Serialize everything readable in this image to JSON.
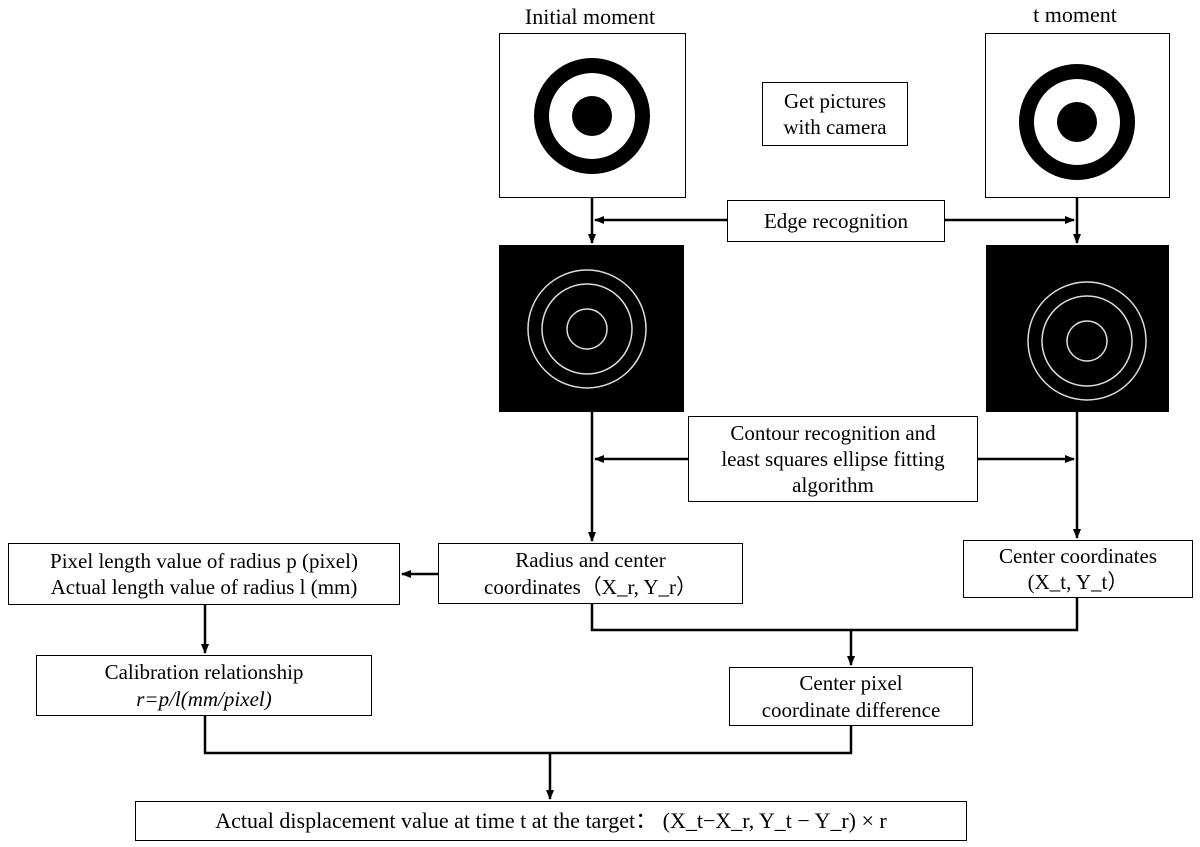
{
  "labels": {
    "initial": "Initial moment",
    "t_moment": "t moment"
  },
  "boxes": {
    "camera": [
      "Get pictures",
      "with camera"
    ],
    "edge": "Edge recognition",
    "contour": [
      "Contour recognition and",
      "least squares ellipse fitting",
      "algorithm"
    ],
    "radius_center": [
      "Radius and center",
      "coordinates（X_r, Y_r）"
    ],
    "center_t": [
      "Center coordinates",
      "(X_t, Y_t）"
    ],
    "pixel_length": [
      "Pixel length value of radius p (pixel)",
      "Actual length value of radius l (mm)"
    ],
    "calibration": [
      "Calibration relationship",
      "r=p/l(mm/pixel)"
    ],
    "center_diff": [
      "Center pixel",
      "coordinate difference"
    ],
    "result": "Actual displacement value at time t at the target： (X_t−X_r, Y_t − Y_r) × r"
  },
  "images": {
    "initial_target": "bullseye-target",
    "t_target": "bullseye-target",
    "initial_edges": "edge-contours",
    "t_edges": "edge-contours"
  }
}
